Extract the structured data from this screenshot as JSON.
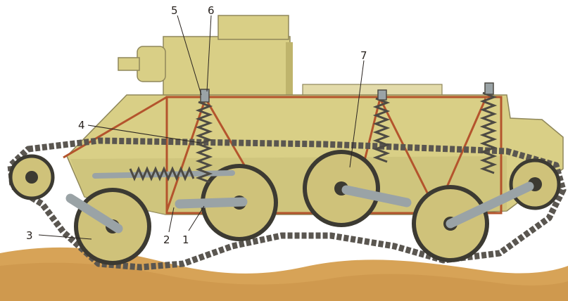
{
  "colors": {
    "hull": "#d9cf86",
    "hull_shadow": "#bfb46c",
    "frame": "#b4542d",
    "wheel": "#cfc27a",
    "wheel_rim": "#3c3a32",
    "track": "#5a5650",
    "spring": "#4d4a43",
    "arm": "#9aa3a6",
    "ground": "#d7a357",
    "ground_dark": "#b9833e"
  },
  "callouts": [
    {
      "label": "1"
    },
    {
      "label": "2"
    },
    {
      "label": "3"
    },
    {
      "label": "4"
    },
    {
      "label": "5"
    },
    {
      "label": "6"
    },
    {
      "label": "7"
    }
  ]
}
